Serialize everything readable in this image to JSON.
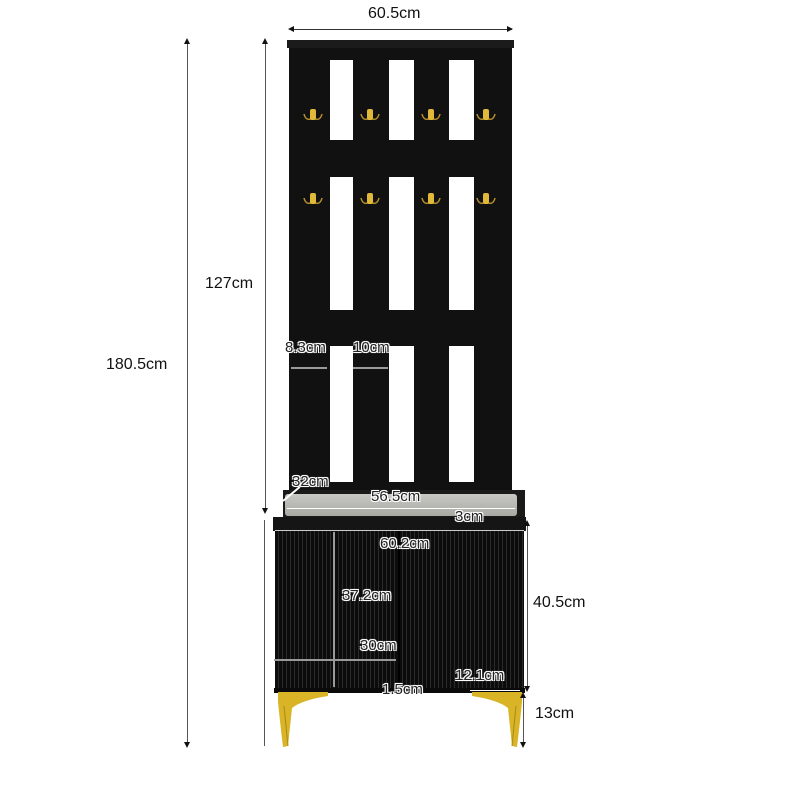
{
  "diagram": {
    "type": "product-dimension-drawing",
    "subject": "Hall tree with coat hooks, cushioned bench and shoe cabinet",
    "colors": {
      "body": "#111111",
      "hooks": "#d4a82a",
      "legs": "#d8b426",
      "cushion": "#bdbdb8",
      "dimension_lines": "#555555"
    },
    "hook_count": 8,
    "dimensions": {
      "overall_width_top": "60.5cm",
      "overall_height": "180.5cm",
      "upper_panel_height": "127cm",
      "post_width": "8.3cm",
      "slot_width": "10cm",
      "seat_depth": "32cm",
      "cushion_width": "56.5cm",
      "cushion_thickness": "3cm",
      "cabinet_width": "60.2cm",
      "cabinet_height": "40.5cm",
      "cabinet_inner_height": "37.2cm",
      "door_width": "30cm",
      "leg_offset": "12.1cm",
      "bottom_gap": "1.5cm",
      "leg_height": "13cm"
    }
  }
}
